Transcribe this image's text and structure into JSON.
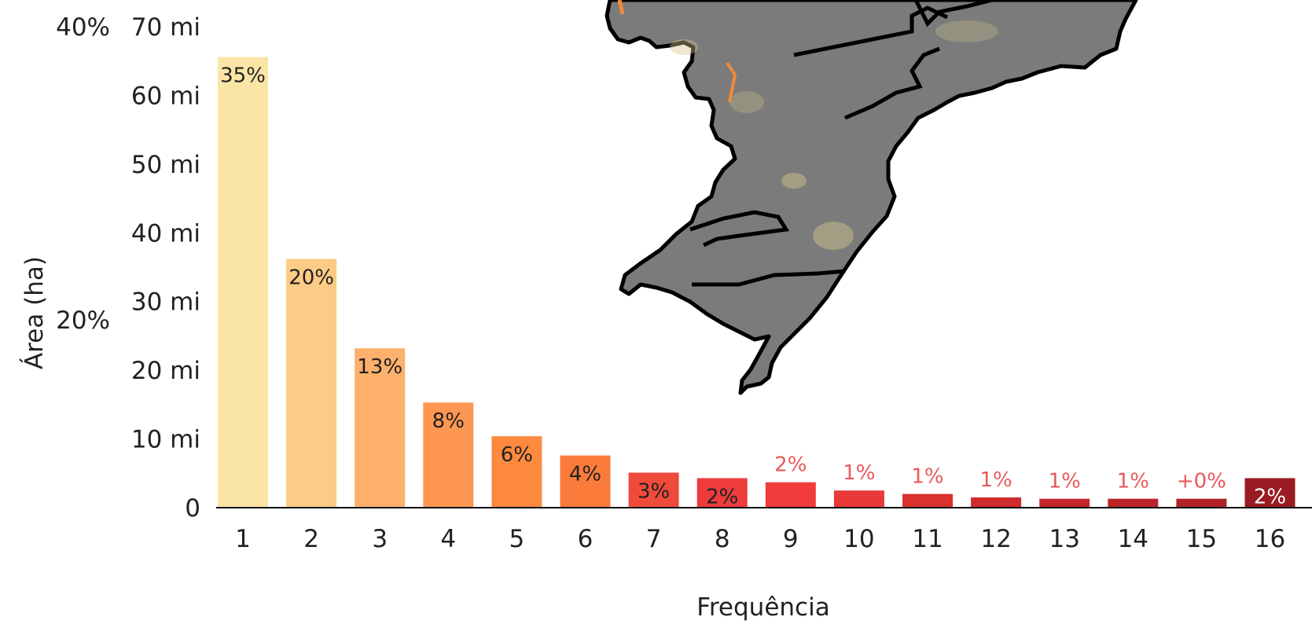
{
  "chart_data": {
    "type": "bar",
    "xlabel": "Frequência",
    "ylabel": "Área (ha)",
    "ylim": [
      0,
      70
    ],
    "y_ticks": [
      {
        "value": 0,
        "label": "0"
      },
      {
        "value": 10,
        "label": "10 mi"
      },
      {
        "value": 20,
        "label": "20 mi"
      },
      {
        "value": 30,
        "label": "30 mi"
      },
      {
        "value": 40,
        "label": "40 mi"
      },
      {
        "value": 50,
        "label": "50 mi"
      },
      {
        "value": 60,
        "label": "60 mi"
      },
      {
        "value": 70,
        "label": "70 mi"
      }
    ],
    "secondary_y_ticks": [
      {
        "value": 20,
        "label": "20%"
      },
      {
        "value": 40,
        "label": "40%"
      }
    ],
    "categories": [
      "1",
      "2",
      "3",
      "4",
      "5",
      "6",
      "7",
      "8",
      "9",
      "10",
      "11",
      "12",
      "13",
      "14",
      "15",
      "16"
    ],
    "values": [
      65.6,
      36.2,
      23.2,
      15.3,
      10.4,
      7.6,
      5.1,
      4.3,
      3.7,
      2.5,
      2.0,
      1.5,
      1.3,
      1.3,
      1.3,
      4.3
    ],
    "data_labels": [
      "35%",
      "20%",
      "13%",
      "8%",
      "6%",
      "4%",
      "3%",
      "2%",
      "2%",
      "1%",
      "1%",
      "1%",
      "1%",
      "1%",
      "+0%",
      "2%"
    ],
    "colors": [
      "#fbe5a6",
      "#fccb85",
      "#fcb06c",
      "#fd9752",
      "#fd8a3f",
      "#fb7b3a",
      "#f04a3b",
      "#ee3b3c",
      "#ef3b3b",
      "#e83a38",
      "#d9322f",
      "#d02c2d",
      "#c4272b",
      "#bb2428",
      "#b12227",
      "#9a1b23"
    ],
    "label_colors": [
      "#222222",
      "#222222",
      "#222222",
      "#222222",
      "#222222",
      "#222222",
      "#222222",
      "#222222",
      "#e85a5a",
      "#e85a5a",
      "#e85a5a",
      "#e85a5a",
      "#e85a5a",
      "#e85a5a",
      "#e85a5a",
      "#ffffff"
    ],
    "label_placement": [
      "inside",
      "inside",
      "inside",
      "inside",
      "inside",
      "inside",
      "inside",
      "inside",
      "above",
      "above",
      "above",
      "above",
      "above",
      "above",
      "above",
      "inside"
    ],
    "grid": false,
    "inset": "map"
  }
}
